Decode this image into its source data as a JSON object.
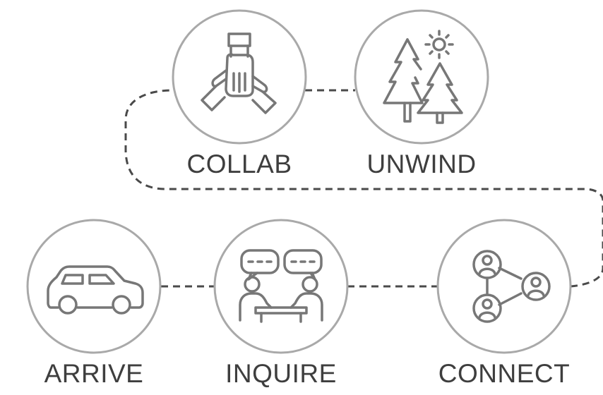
{
  "steps": [
    {
      "label": "ARRIVE",
      "icon": "car-icon"
    },
    {
      "label": "INQUIRE",
      "icon": "conversation-icon"
    },
    {
      "label": "CONNECT",
      "icon": "network-icon"
    },
    {
      "label": "UNWIND",
      "icon": "trees-sun-icon"
    },
    {
      "label": "COLLAB",
      "icon": "stacked-hands-icon"
    }
  ],
  "colors": {
    "circle_stroke": "#a9a9a9",
    "icon_stroke": "#777777",
    "path": "#4a4a4a",
    "text": "#3e3e3e"
  }
}
